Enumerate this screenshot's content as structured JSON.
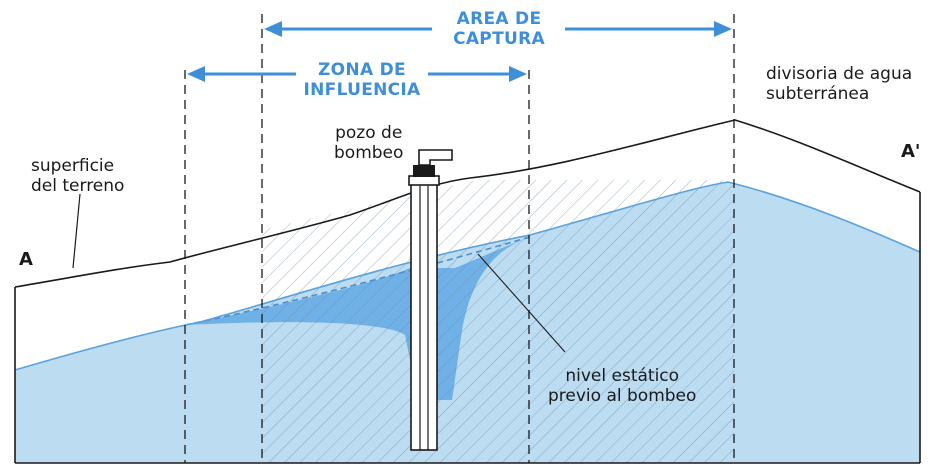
{
  "labels": {
    "area_captura_line1": "AREA DE",
    "area_captura_line2": "CAPTURA",
    "zona_influencia_line1": "ZONA DE",
    "zona_influencia_line2": "INFLUENCIA",
    "divisoria_line1": "divisoria de agua",
    "divisoria_line2": "subterránea",
    "pozo_line1": "pozo de",
    "pozo_line2": "bombeo",
    "superficie_line1": "superficie",
    "superficie_line2": "del terreno",
    "nivel_line1": "nivel estático",
    "nivel_line2": "previo al bombeo",
    "point_a": "A",
    "point_a_prime": "A'"
  },
  "colors": {
    "accent_blue": "#3f8fd8",
    "water_fill": "#bcdcf2",
    "cone_fill": "#6fb0e6",
    "line": "#1a1a1a"
  }
}
